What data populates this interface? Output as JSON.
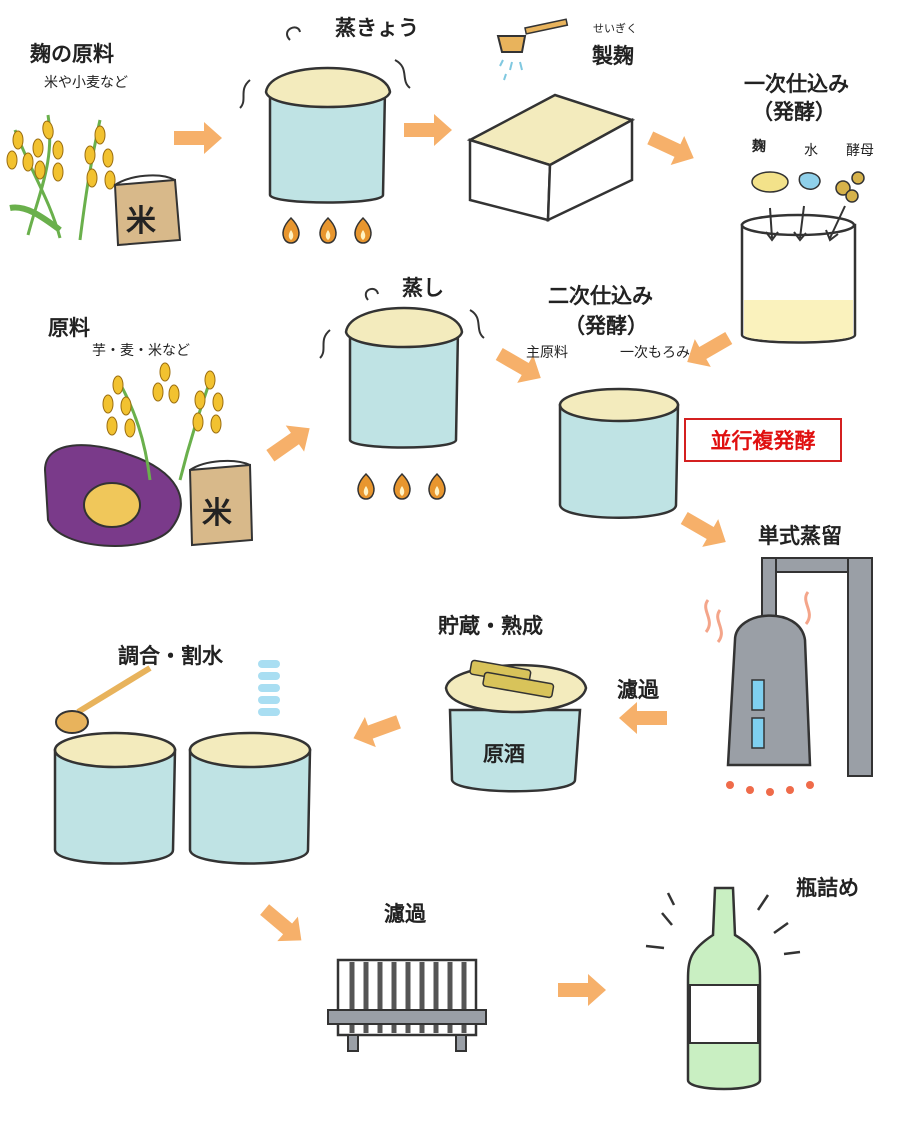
{
  "colors": {
    "vessel": "#bfe3e4",
    "mash": "#f3ebbd",
    "arrow": "#f6b06a",
    "grain": "#f2c230",
    "flame": "#e8962e",
    "badge": "#e01010",
    "bottle": "#c9efc2",
    "still": "#9a9fa6"
  },
  "steps": {
    "koji_raw": {
      "title": "麹の原料",
      "sub": "米や小麦など"
    },
    "steam1": {
      "title": "蒸きょう"
    },
    "koji_making": {
      "title": "製麹",
      "ruby": "せいぎく"
    },
    "first_mash": {
      "title": "一次仕込み",
      "sub": "（発酵）",
      "ingredients": [
        "麹",
        "水",
        "酵母"
      ]
    },
    "raw": {
      "title": "原料",
      "sub": "芋・麦・米など"
    },
    "steam2": {
      "title": "蒸し"
    },
    "second_mash": {
      "title": "二次仕込み",
      "sub": "（発酵）",
      "input_main": "主原料",
      "input_moromi": "一次もろみ"
    },
    "parallel": {
      "badge": "並行複発酵"
    },
    "distill": {
      "title": "単式蒸留"
    },
    "filter1": {
      "title": "濾過"
    },
    "storage": {
      "title": "貯蔵・熟成",
      "content": "原酒"
    },
    "blend": {
      "title": "調合・割水"
    },
    "filter2": {
      "title": "濾過"
    },
    "bottling": {
      "title": "瓶詰め"
    }
  },
  "icons": [
    "wheat-icon",
    "rice-bag-icon",
    "sweet-potato-icon",
    "steaming-pot-icon",
    "flame-icon",
    "koji-tray-icon",
    "measuring-scoop-icon",
    "fermentation-tank-icon",
    "pot-still-icon",
    "storage-jar-icon",
    "ladle-icon",
    "water-drop-icon",
    "filter-press-icon",
    "bottle-icon",
    "flow-arrow-icon"
  ]
}
